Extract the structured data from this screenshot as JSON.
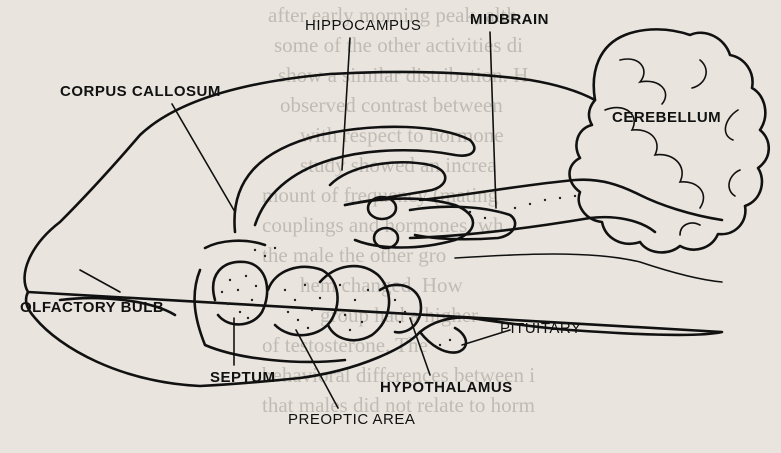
{
  "diagram": {
    "labels": {
      "hippocampus": "HIPPOCAMPUS",
      "midbrain": "MIDBRAIN",
      "cerebellum": "CEREBELLUM",
      "corpus_callosum": "CORPUS CALLOSUM",
      "olfactory_bulb": "OLFACTORY BULB",
      "pituitary": "PITUITARY",
      "septum": "SEPTUM",
      "hypothalamus": "HYPOTHALAMUS",
      "preoptic_area": "PREOPTIC AREA"
    },
    "background_text": [
      "after early morning peak, alth",
      "some of the other activities di",
      "show a similar distribution. H",
      "observed contrast between",
      "with respect to hormone",
      "study showed an increa",
      "mount of frequency (mating",
      "couplings and hormones, wh",
      "the male the other gro",
      "hem changed. How",
      "group had a higher",
      "of testosterone. The",
      "behavioral differences between i",
      "that males did not relate to horm"
    ]
  }
}
